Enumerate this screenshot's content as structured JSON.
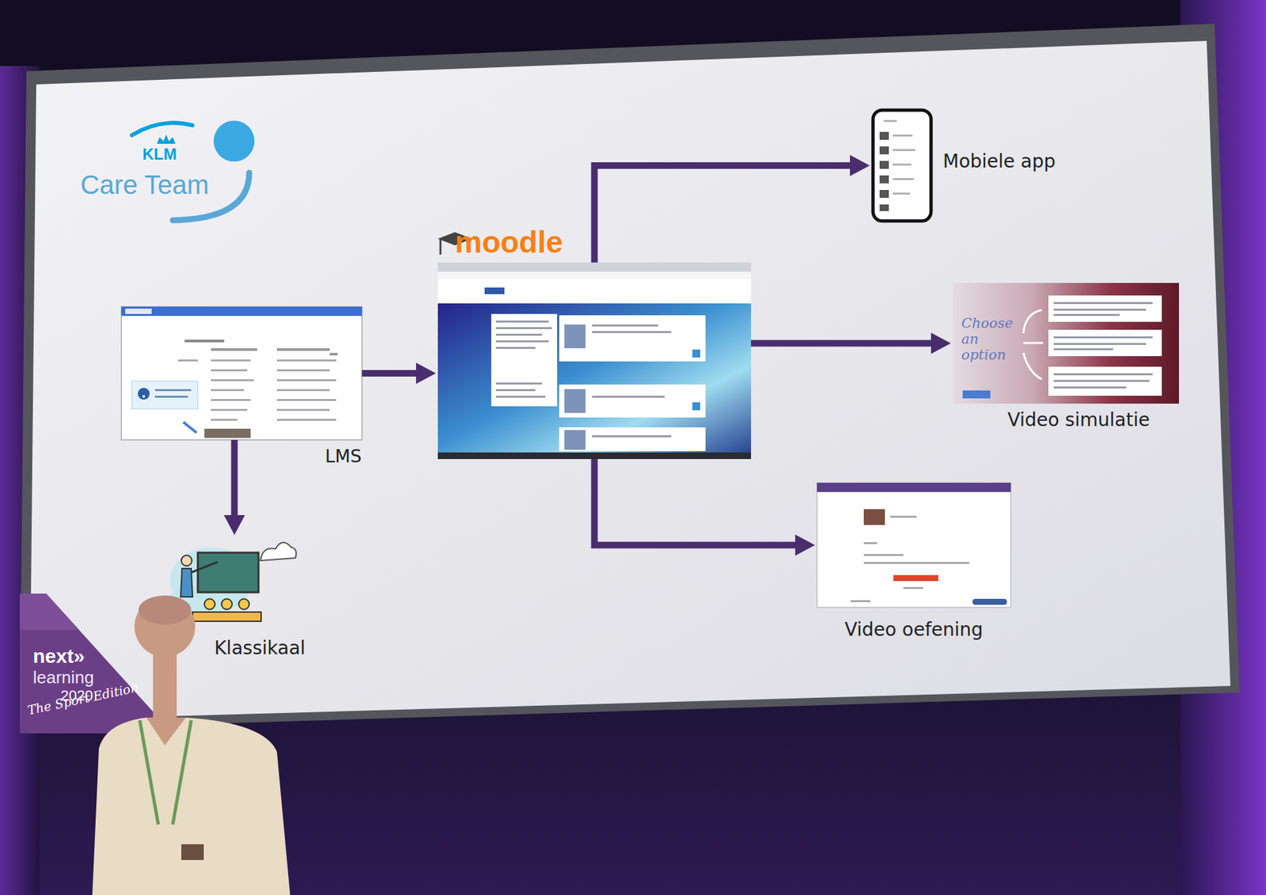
{
  "diagram": {
    "nodes": [
      {
        "text": [
          "LMS"
        ]
      },
      {
        "text": [
          "moodle"
        ]
      },
      {
        "text": [
          "Mobiele app"
        ]
      },
      {
        "text": [
          "Video simulatie"
        ]
      },
      {
        "text": [
          "Video oefening"
        ]
      },
      {
        "text": [
          "Klassikaal"
        ]
      }
    ],
    "edges": [
      {
        "from": 0,
        "to": 1,
        "arrow": "to"
      },
      {
        "from": 0,
        "to": 5,
        "arrow": "to"
      },
      {
        "from": 1,
        "to": 2,
        "arrow": "to"
      },
      {
        "from": 1,
        "to": 3,
        "arrow": "to"
      },
      {
        "from": 1,
        "to": 4,
        "arrow": "to"
      }
    ],
    "labels": [
      "KLM",
      "Care Team",
      "Choose an option",
      "next»",
      "learning",
      "2020",
      "The Sport Edition"
    ]
  }
}
